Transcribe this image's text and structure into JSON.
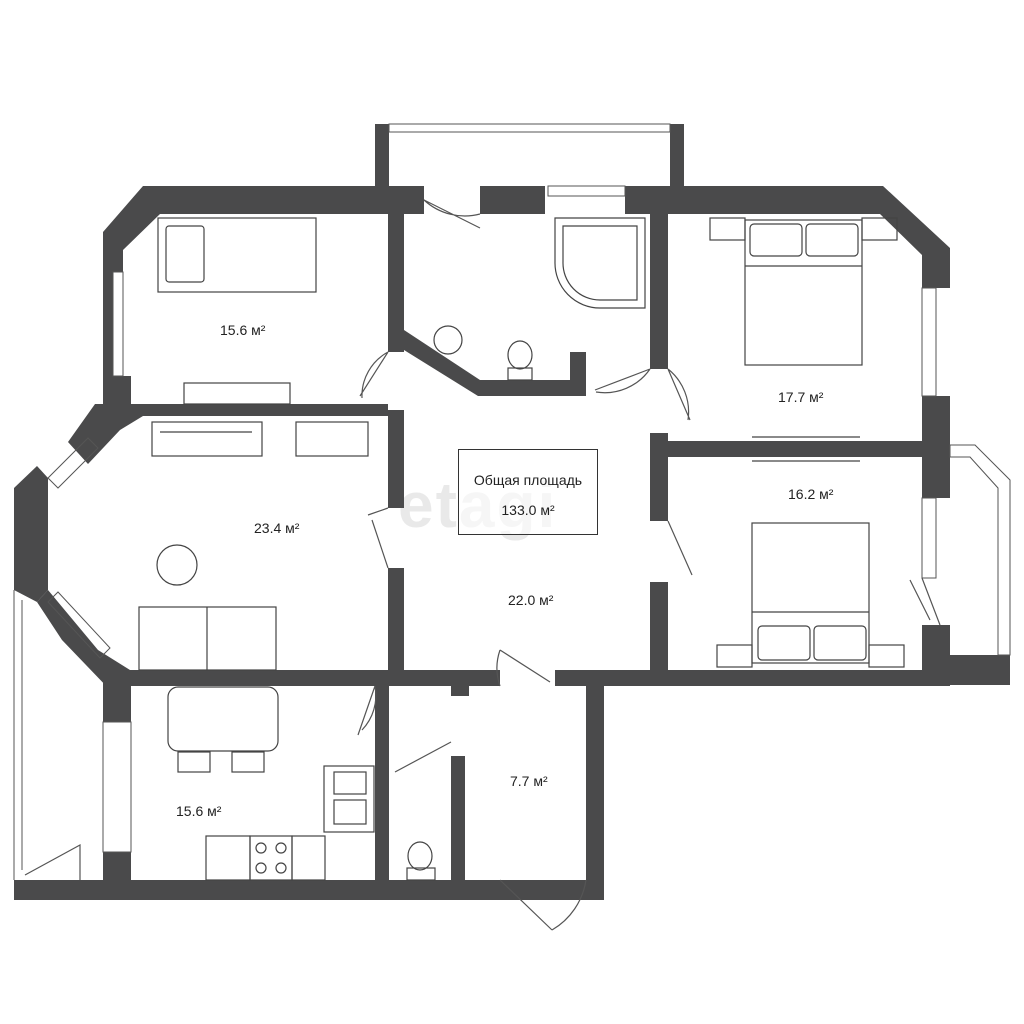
{
  "watermark": "etagi",
  "total": {
    "title": "Общая площадь",
    "value": "133.0 м²"
  },
  "rooms": [
    {
      "id": "bedroom-top-left",
      "area": "15.6 м²"
    },
    {
      "id": "living-room",
      "area": "23.4 м²"
    },
    {
      "id": "hall",
      "area": "22.0 м²"
    },
    {
      "id": "bedroom-top-right",
      "area": "17.7 м²"
    },
    {
      "id": "bedroom-mid-right",
      "area": "16.2 м²"
    },
    {
      "id": "kitchen",
      "area": "15.6 м²"
    },
    {
      "id": "entrance",
      "area": "7.7 м²"
    }
  ],
  "colors": {
    "wall": "#4a4a4b",
    "furniture": "#444444"
  }
}
